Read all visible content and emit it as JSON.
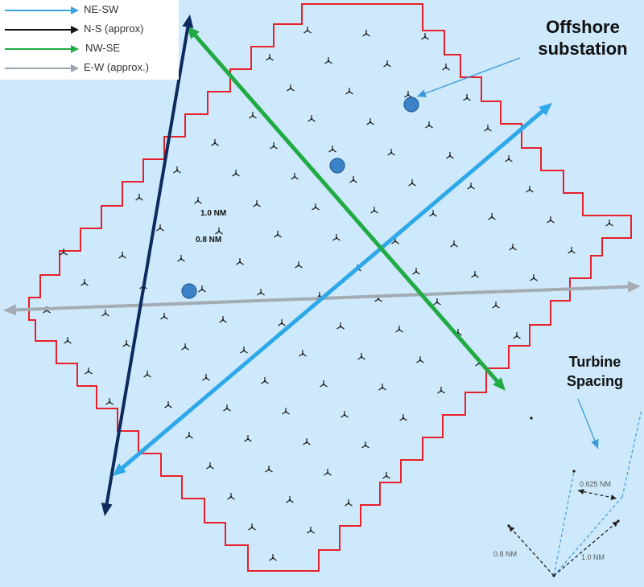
{
  "legend": {
    "items": [
      {
        "label": "NE-SW",
        "color": "#3aa3e0"
      },
      {
        "label": "N-S (approx)",
        "color": "#111111"
      },
      {
        "label": "NW-SE",
        "color": "#22aa44"
      },
      {
        "label": "E-W (approx.)",
        "color": "#9aa3ad"
      }
    ]
  },
  "callouts": {
    "offshore_substation": "Offshore substation",
    "turbine_spacing": "Turbine Spacing"
  },
  "map_labels": {
    "spacing_a": "1.0 NM",
    "spacing_b": "0.8 NM"
  },
  "spacing_diagram": {
    "label_row": "0.625 NM",
    "label_left": "0.8 NM",
    "label_right": "1.0 NM"
  },
  "colors": {
    "sea": "#cde9fb",
    "boundary": "#e8202a",
    "ne_sw": "#2ea8e8",
    "n_s": "#0f2a5e",
    "nw_se": "#22aa44",
    "e_w": "#a3abb3",
    "substation": "#3b82c8",
    "turbine": "#1a1a1a"
  }
}
